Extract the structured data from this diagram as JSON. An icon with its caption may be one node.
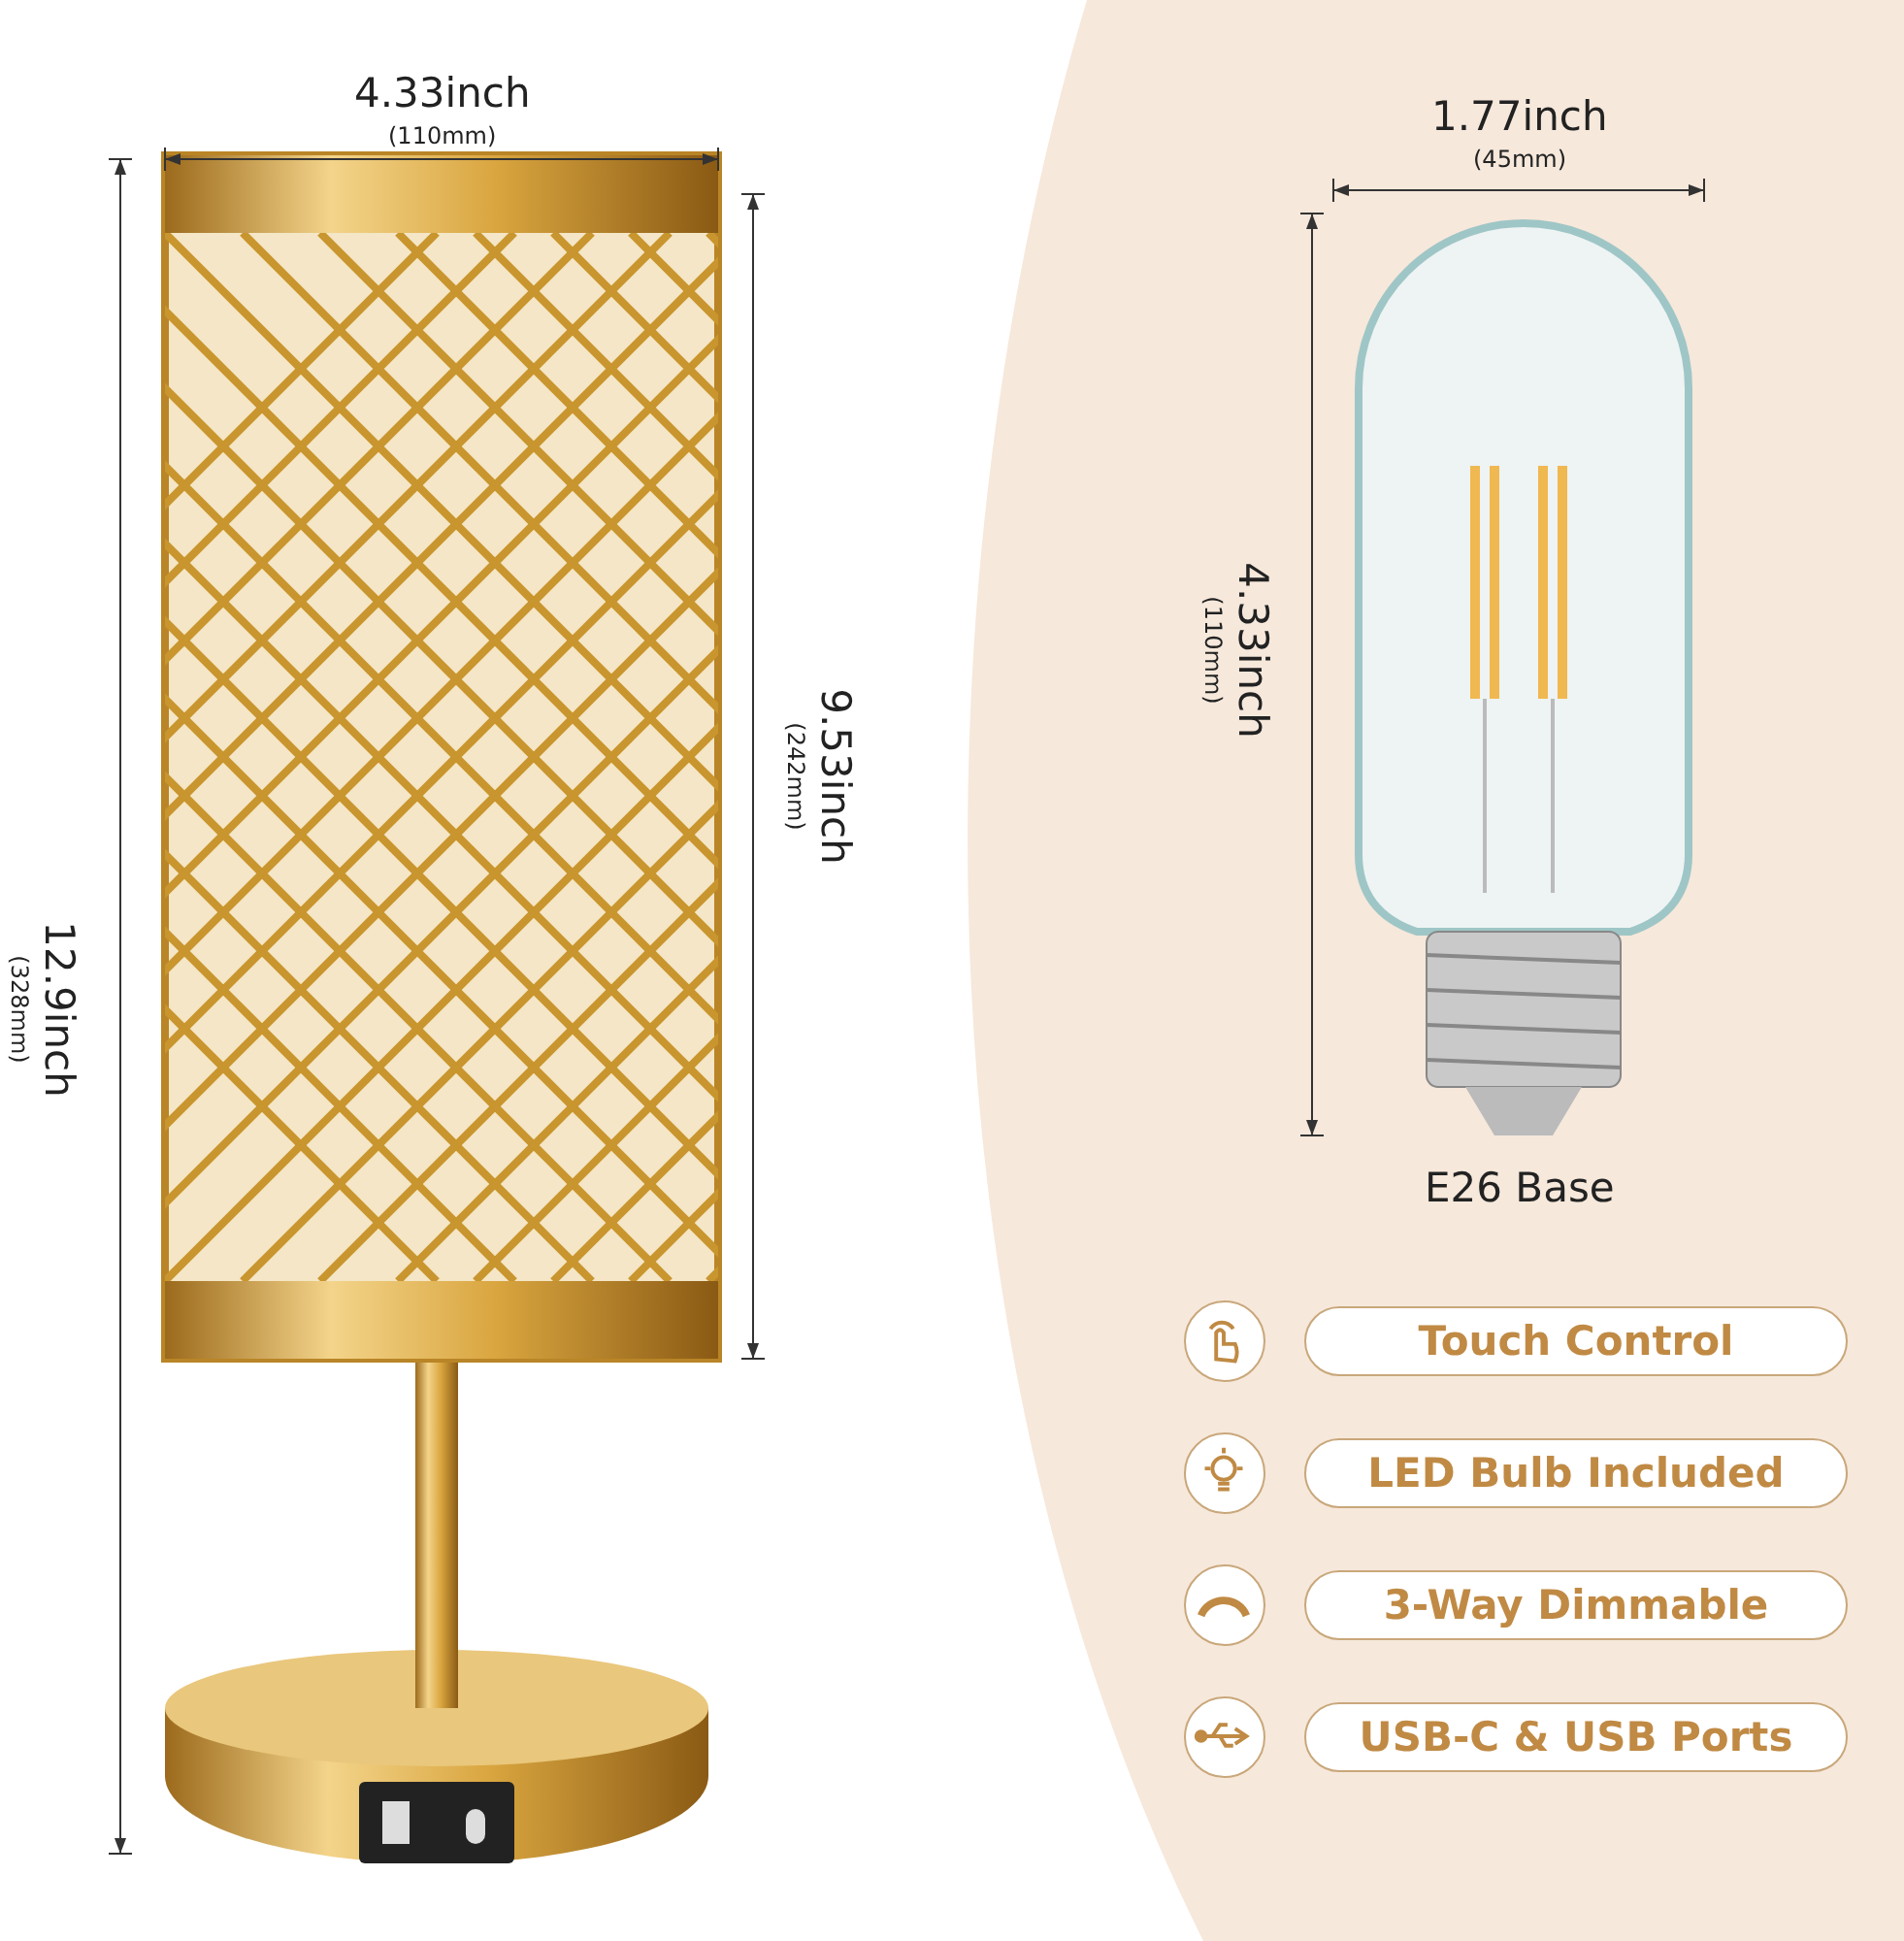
{
  "diagram": {
    "nodes": [
      {
        "text": [
          "Touch Control"
        ]
      },
      {
        "text": [
          "LED Bulb Included"
        ]
      },
      {
        "text": [
          "3-Way Dimmable"
        ]
      },
      {
        "text": [
          "USB-C & USB Ports"
        ]
      }
    ],
    "edges": [],
    "labels": [
      "4.33inch",
      "(110mm)",
      "1.77inch",
      "(45mm)",
      "12.9inch",
      "(328mm)",
      "9.53inch",
      "(242mm)",
      "4.33inch",
      "(110mm)",
      "E26 Base"
    ]
  }
}
